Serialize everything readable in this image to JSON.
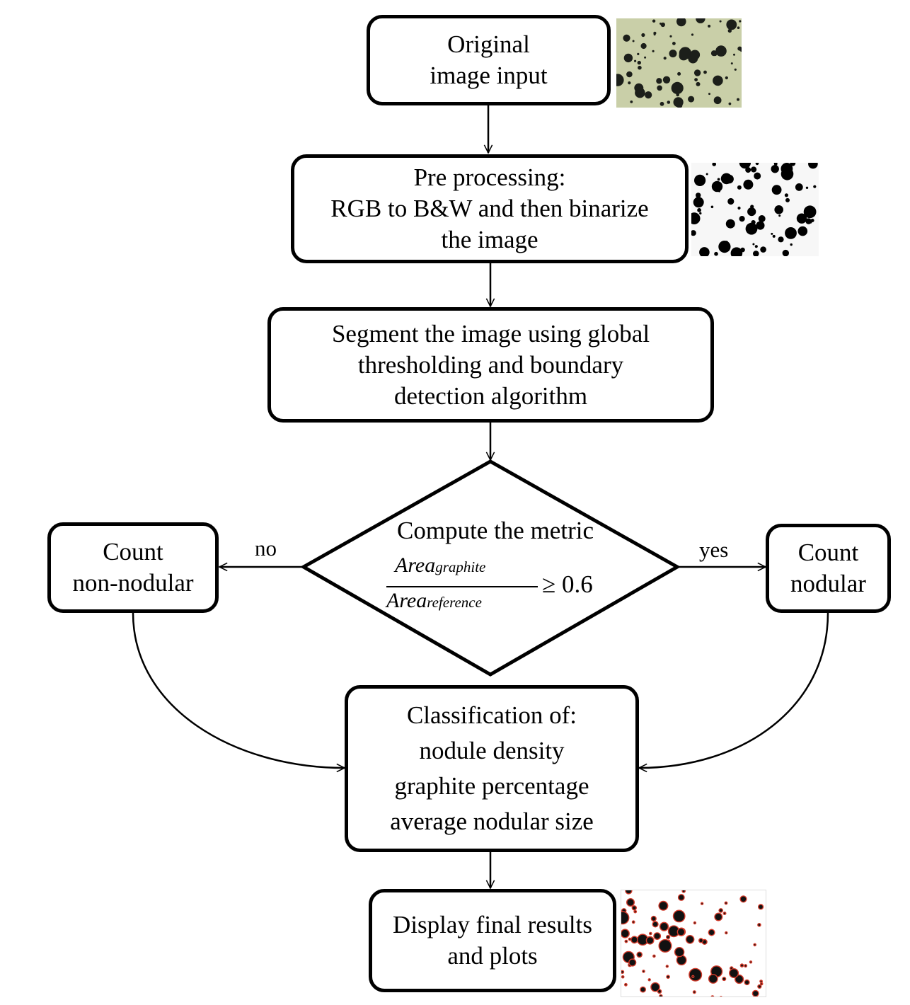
{
  "nodes": {
    "input": {
      "lines": [
        "Original",
        "image input"
      ]
    },
    "preprocess": {
      "lines": [
        "Pre processing:",
        "RGB to B&W and then binarize",
        "the image"
      ]
    },
    "segment": {
      "lines": [
        "Segment the image using global",
        "thresholding and boundary",
        "detection algorithm"
      ]
    },
    "decision": {
      "title": "Compute the metric",
      "numerator_base": "Area",
      "numerator_sub": "graphite",
      "denominator_base": "Area",
      "denominator_sub": "reference",
      "inequality": "≥ 0.6"
    },
    "non_nodular": {
      "lines": [
        "Count",
        "non-nodular"
      ]
    },
    "nodular": {
      "lines": [
        "Count",
        "nodular"
      ]
    },
    "classification": {
      "lines": [
        "Classification of:",
        "nodule density",
        "graphite percentage",
        "average nodular size"
      ]
    },
    "display": {
      "lines": [
        "Display final results",
        "and plots"
      ]
    }
  },
  "edge_labels": {
    "no": "no",
    "yes": "yes"
  }
}
